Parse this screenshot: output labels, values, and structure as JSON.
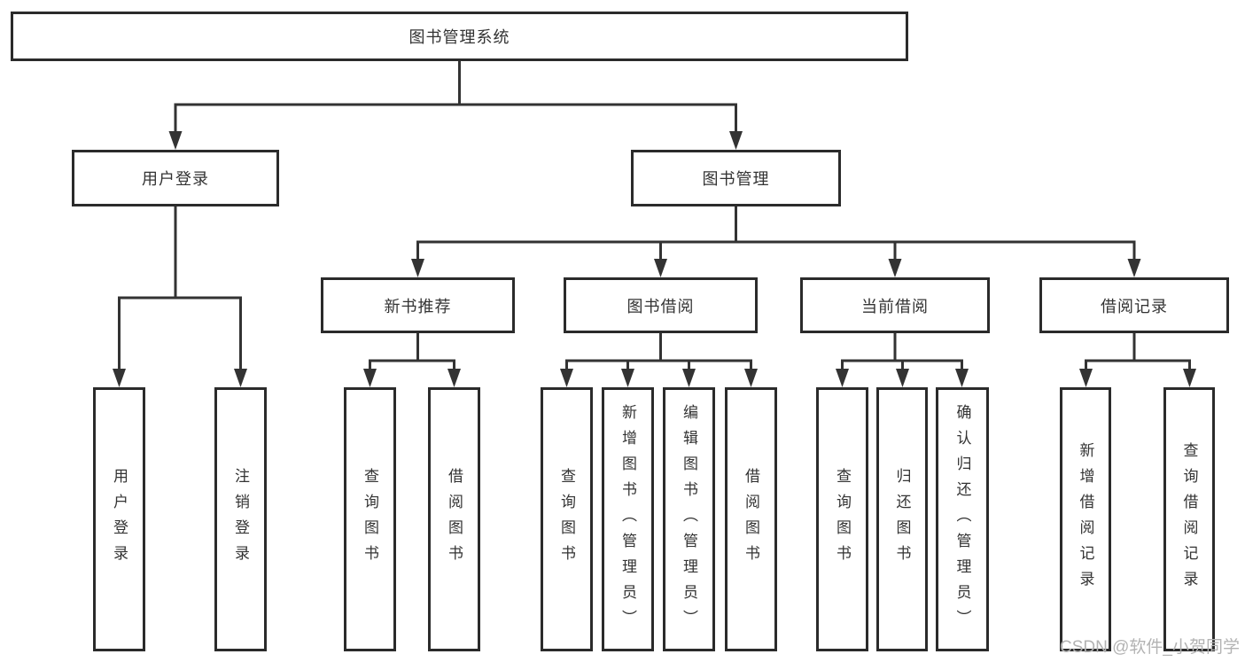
{
  "diagram_title": "图书管理系统",
  "nodes": {
    "root": "图书管理系统",
    "user_login": "用户登录",
    "book_management": "图书管理",
    "new_book_recommend": "新书推荐",
    "book_borrowing": "图书借阅",
    "current_borrowing": "当前借阅",
    "borrowing_records": "借阅记录",
    "leaf_user_login": "用户登录",
    "leaf_logout": "注销登录",
    "leaf_recommend_query_books": "查询图书",
    "leaf_recommend_borrow_books": "借阅图书",
    "leaf_borrowing_query_books": "查询图书",
    "leaf_borrowing_add_books": "新增图书（管理员）",
    "leaf_borrowing_edit_books": "编辑图书（管理员）",
    "leaf_borrowing_borrow_books": "借阅图书",
    "leaf_current_query_books": "查询图书",
    "leaf_current_return_books": "归还图书",
    "leaf_current_confirm_return": "确认归还（管理员）",
    "leaf_records_add_record": "新增借阅记录",
    "leaf_records_query_record": "查询借阅记录"
  },
  "watermark": "CSDN @软件_小贺同学",
  "colors": {
    "line": "#333333",
    "box_border": "#2b2b2b",
    "text": "#333333",
    "background": "#ffffff",
    "watermark": "#b3b3b3"
  }
}
